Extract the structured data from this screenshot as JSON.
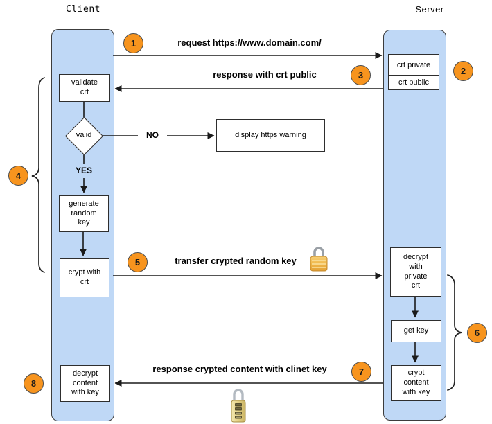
{
  "lanes": {
    "client": {
      "title": "Client"
    },
    "server": {
      "title": "Server"
    }
  },
  "messages": {
    "request": "request https://www.domain.com/",
    "response_public": "response with crt public",
    "transfer_key": "transfer crypted random key",
    "response_content": "response crypted content with clinet key"
  },
  "client_nodes": {
    "validate_crt": "validate\ncrt",
    "valid": "valid",
    "yes": "YES",
    "no": "NO",
    "display_warning": "display https warning",
    "generate_key": "generate\nrandom\nkey",
    "crypt_with_crt": "crypt with\ncrt",
    "decrypt_content": "decrypt\ncontent\nwith key"
  },
  "server_nodes": {
    "crt_private": "crt private",
    "crt_public": "crt public",
    "decrypt_private": "decrypt\nwith\nprivate\ncrt",
    "get_key": "get key",
    "crypt_content": "crypt\ncontent\nwith key"
  },
  "steps": {
    "s1": "1",
    "s2": "2",
    "s3": "3",
    "s4": "4",
    "s5": "5",
    "s6": "6",
    "s7": "7",
    "s8": "8"
  },
  "icons": {
    "padlock": "padlock-icon",
    "combination_lock": "combination-lock-icon"
  },
  "colors": {
    "lane_fill": "#BFD8F6",
    "lane_border": "#3c3c3c",
    "box_border": "#2e2e2e",
    "step_fill": "#F7941E",
    "step_border": "#4d4d4d",
    "line": "#1a1a1a",
    "padlock_gold": "#F0B84A",
    "shackle_gray": "#9aa0a6"
  }
}
